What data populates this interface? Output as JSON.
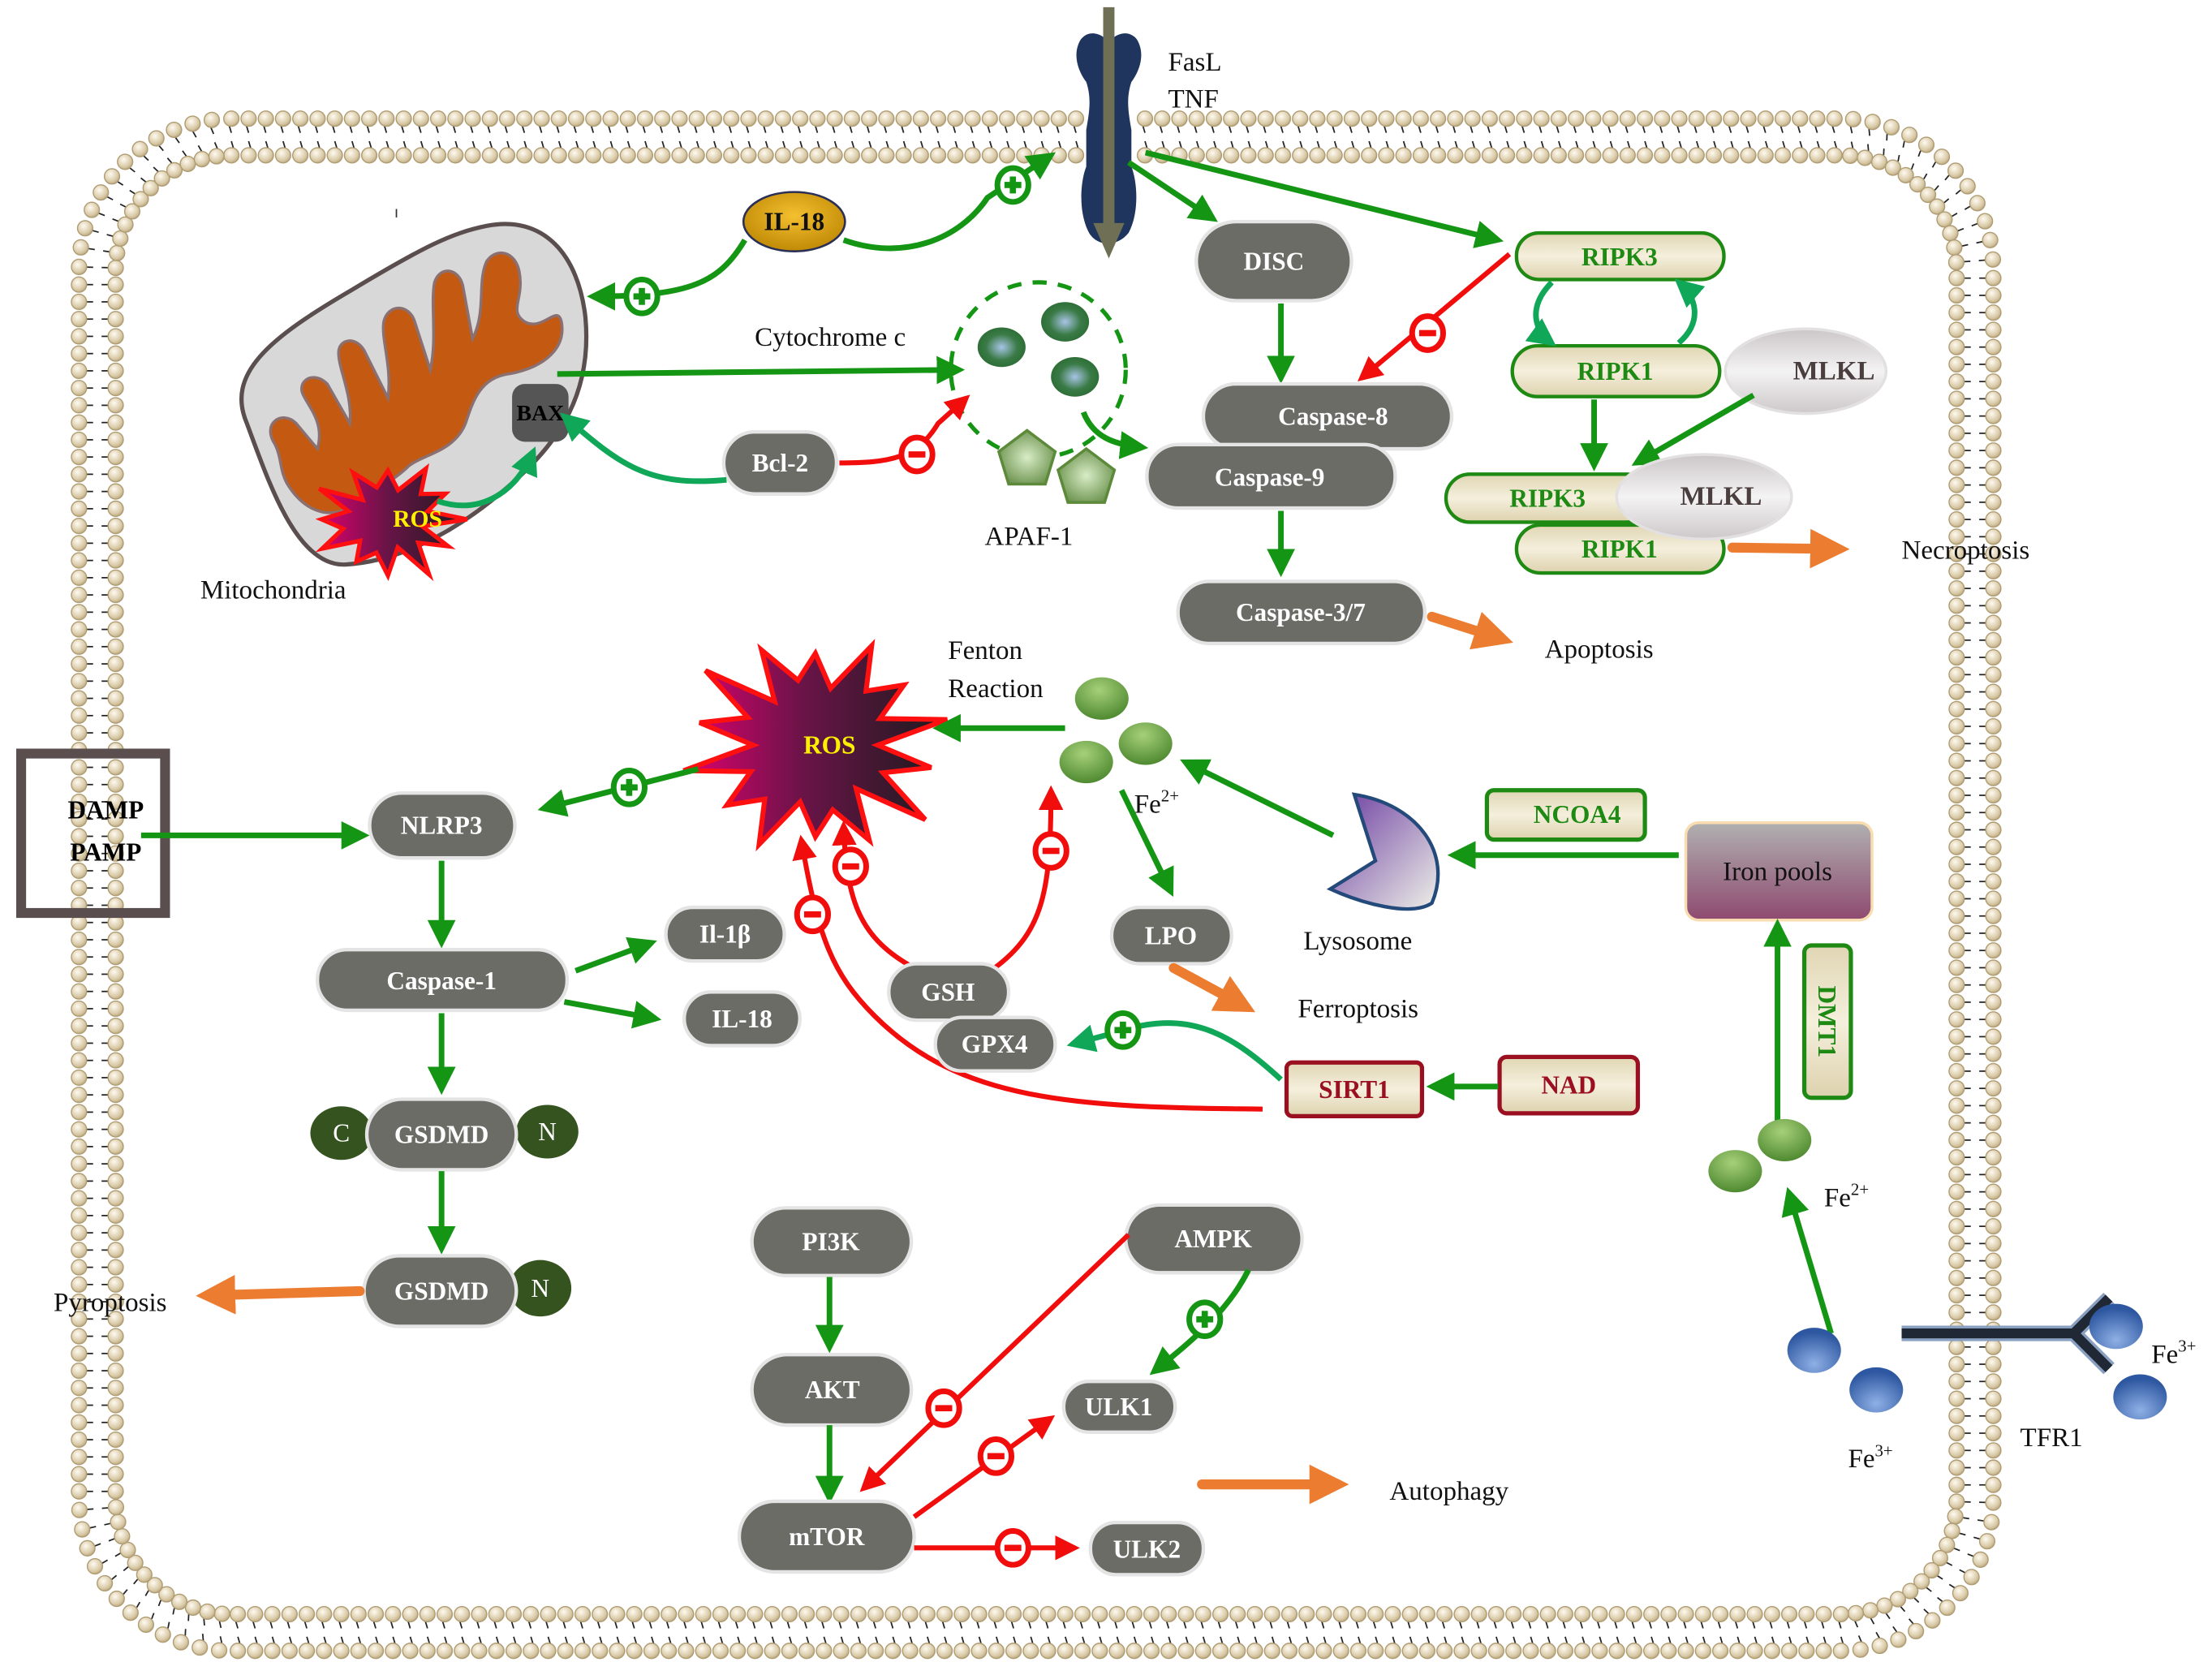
{
  "figure": {
    "type": "cell signaling pathway diagram",
    "colors": {
      "activation": "#149614",
      "inhibition": "#f20d0d",
      "outcome": "#ec7c30",
      "node_fill": "#6b6c66",
      "membrane_head": "#c9b894",
      "receptor": "#1f355e",
      "iron_fe2": "#6aa845",
      "iron_fe3": "#3b68b4"
    }
  },
  "receptor": {
    "ligand_line1": "FasL",
    "ligand_line2": "TNF"
  },
  "mitochondria": {
    "label": "Mitochondria",
    "bax": "BAX",
    "ros": "ROS",
    "il18": "IL-18",
    "bcl2": "Bcl-2",
    "cytochrome_c": "Cytochrome c",
    "apaf1": "APAF-1"
  },
  "apoptosis": {
    "disc": "DISC",
    "caspase8": "Caspase-8",
    "caspase9": "Caspase-9",
    "caspase37": "Caspase-3/7",
    "outcome": "Apoptosis"
  },
  "necroptosis": {
    "ripk3": "RIPK3",
    "ripk1": "RIPK1",
    "mlkl": "MLKL",
    "complex_ripk3": "RIPK3",
    "complex_mlkl": "MLKL",
    "complex_ripk1": "RIPK1",
    "outcome": "Necroptosis"
  },
  "pyroptosis": {
    "damp": "DAMP",
    "pamp": "PAMP",
    "nlrp3": "NLRP3",
    "caspase1": "Caspase-1",
    "il1b": "Il-1β",
    "il18": "IL-18",
    "gsdmd": "GSDMD",
    "gsdmd_c": "C",
    "gsdmd_n": "N",
    "gsdmd_cleaved": "GSDMD",
    "gsdmd_cleaved_n": "N",
    "outcome": "Pyroptosis"
  },
  "ferroptosis": {
    "ros": "ROS",
    "fenton_line1": "Fenton",
    "fenton_line2": "Reaction",
    "fe_base": "Fe",
    "fe2_sup": "2+",
    "lpo": "LPO",
    "gsh": "GSH",
    "gpx4": "GPX4",
    "sirt1": "SIRT1",
    "nad": "NAD",
    "lysosome": "Lysosome",
    "ncoa4": "NCOA4",
    "iron_pools": "Iron pools",
    "dmt1": "DMT1",
    "outcome": "Ferroptosis"
  },
  "iron_uptake": {
    "fe_base": "Fe",
    "fe2_sup": "2+",
    "fe3_sup": "3+",
    "tfr1": "TFR1"
  },
  "autophagy": {
    "pi3k": "PI3K",
    "akt": "AKT",
    "mtor": "mTOR",
    "ampk": "AMPK",
    "ulk1": "ULK1",
    "ulk2": "ULK2",
    "outcome": "Autophagy"
  },
  "symbols": {
    "plus": "+",
    "minus": "−"
  }
}
